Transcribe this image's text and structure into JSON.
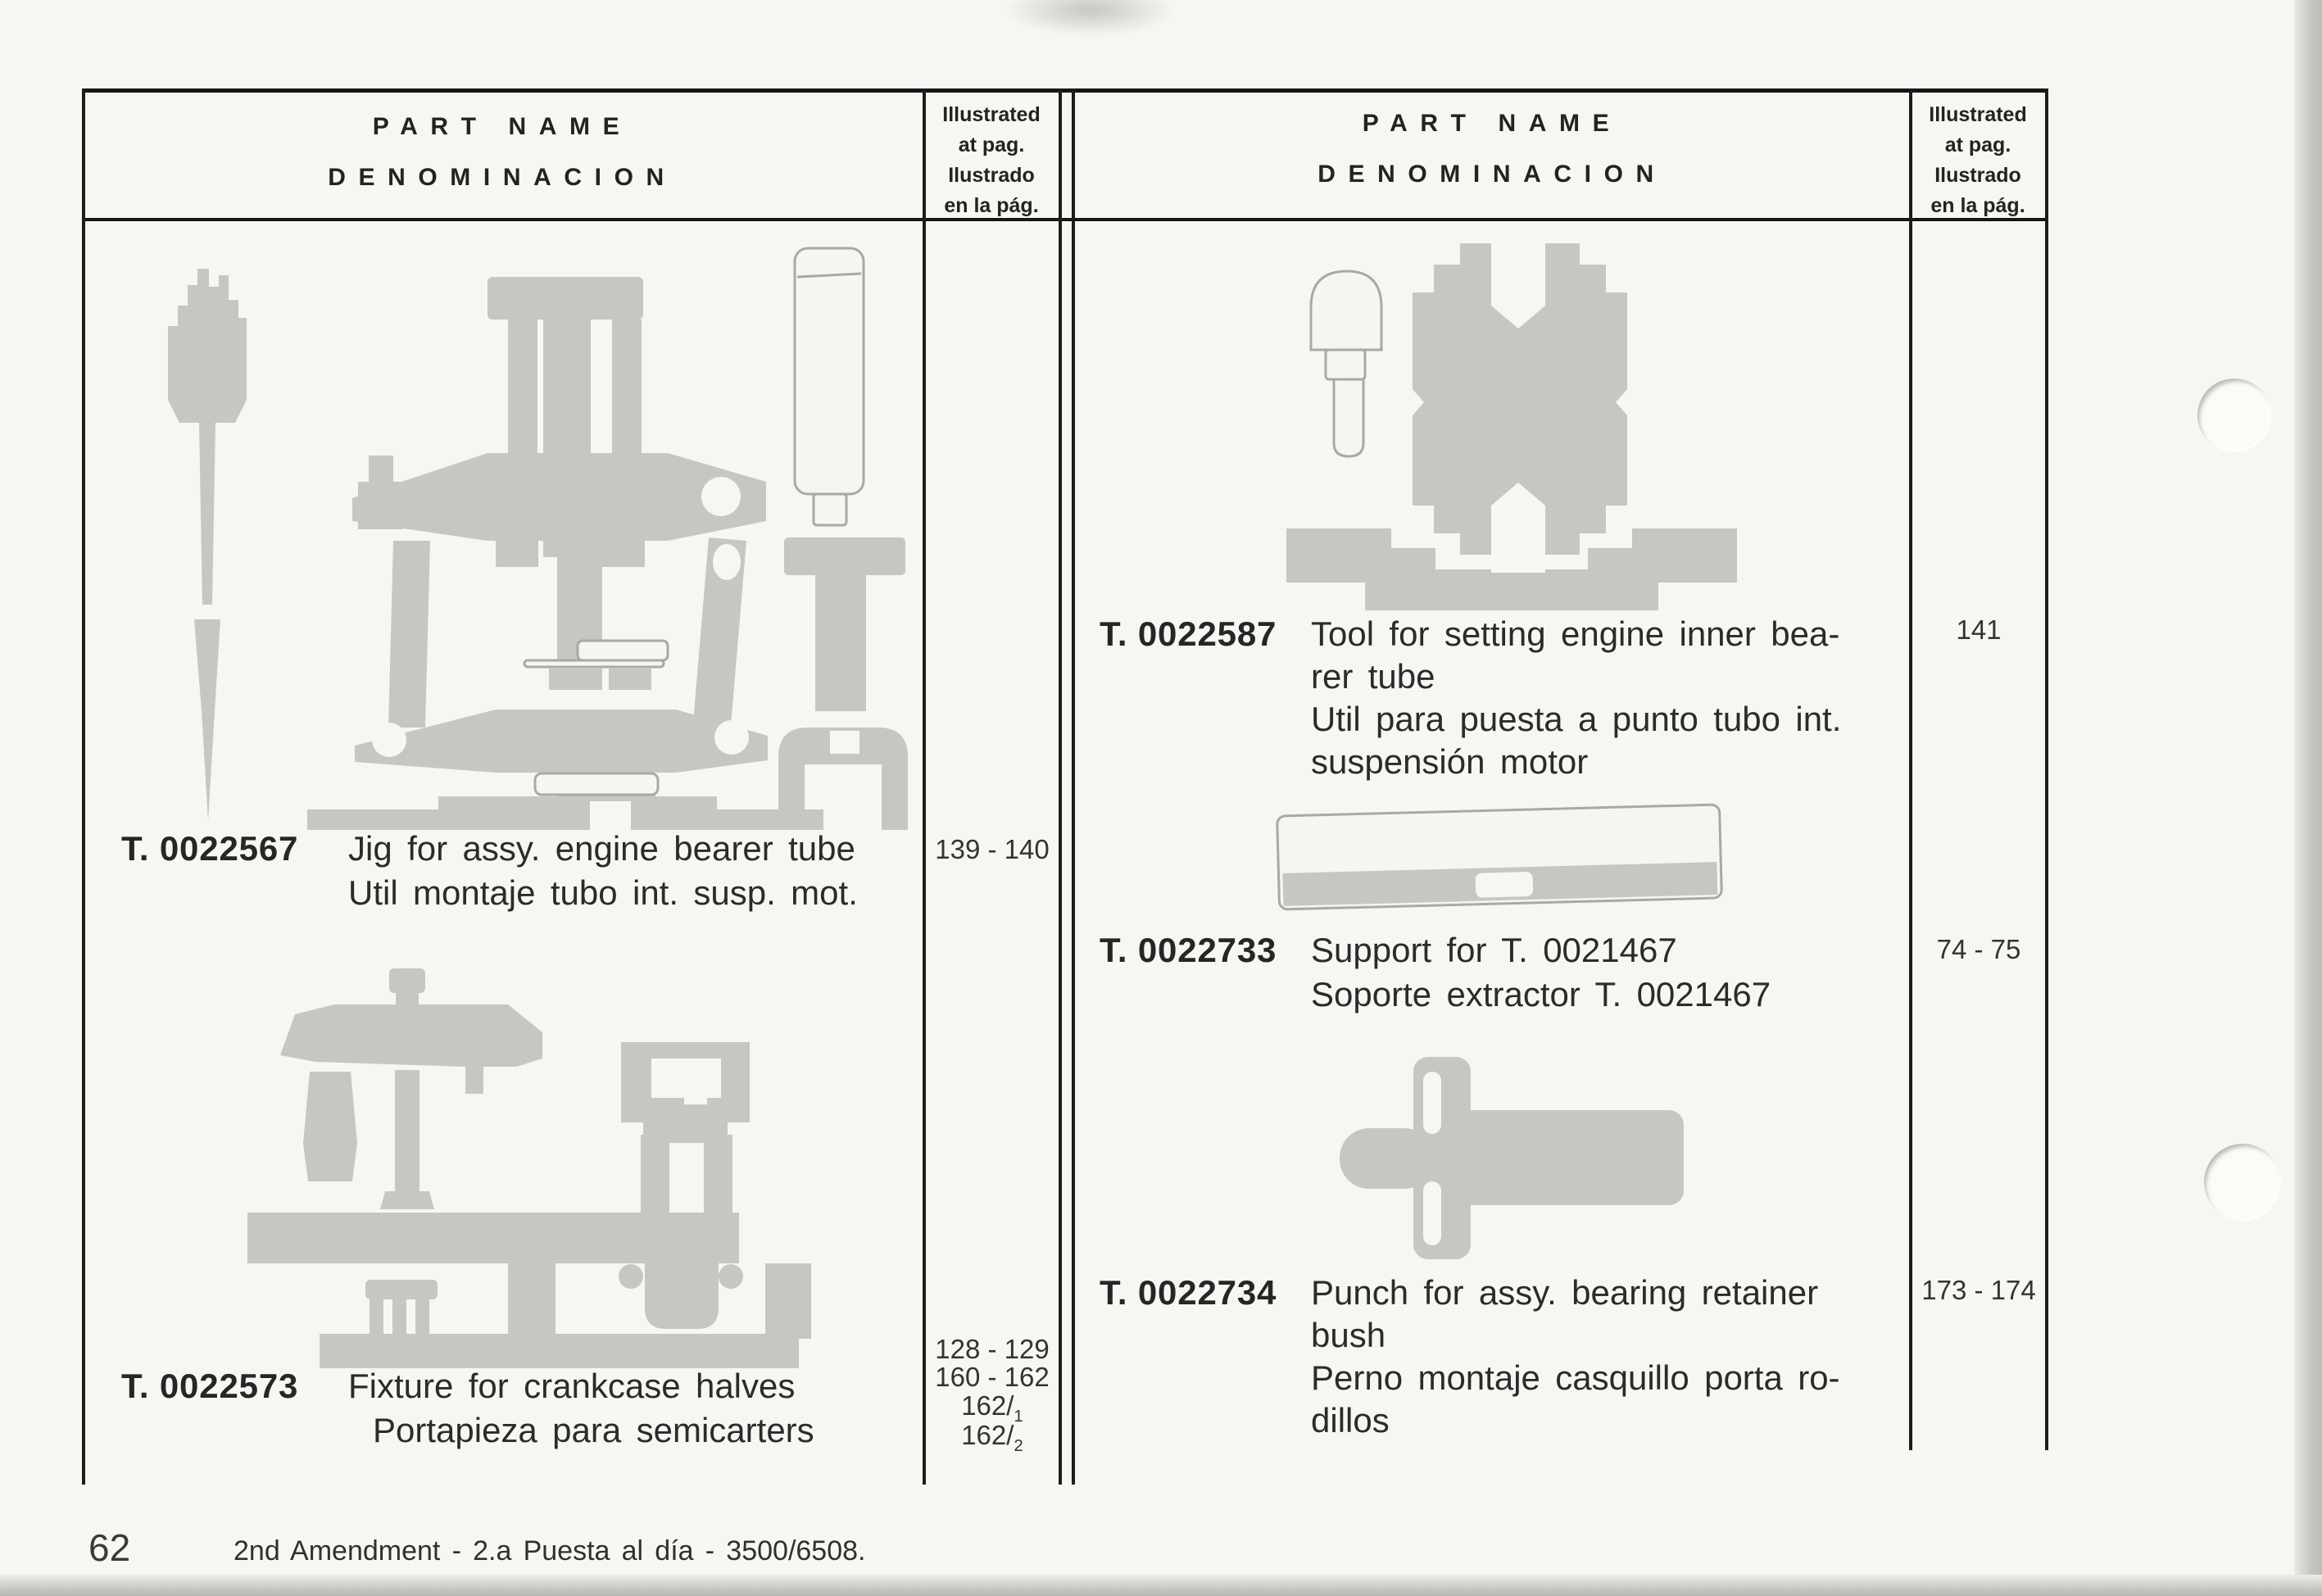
{
  "columns": {
    "left": {
      "header": {
        "line1": "PART NAME",
        "line2": "DENOMINACION"
      },
      "ref_header": [
        "Illustrated",
        "at pag.",
        "Ilustrado",
        "en la pág."
      ],
      "entries": [
        {
          "part_no": "T. 0022567",
          "lines": [
            "Jig for assy. engine bearer tube",
            "Util montaje tubo int. susp. mot."
          ],
          "pages": [
            {
              "text": "139 - 140",
              "sub": ""
            }
          ]
        },
        {
          "part_no": "T. 0022573",
          "lines": [
            "Fixture for crankcase halves",
            "Portapieza para semicarters"
          ],
          "pages": [
            {
              "text": "128 - 129",
              "sub": ""
            },
            {
              "text": "160 - 162",
              "sub": ""
            },
            {
              "text": "162/",
              "sub": "1"
            },
            {
              "text": "162/",
              "sub": "2"
            }
          ]
        }
      ]
    },
    "right": {
      "header": {
        "line1": "PART NAME",
        "line2": "DENOMINACION"
      },
      "ref_header": [
        "Illustrated",
        "at pag.",
        "Ilustrado",
        "en la pág."
      ],
      "entries": [
        {
          "part_no": "T. 0022587",
          "lines": [
            "Tool for setting engine inner bea-",
            "rer tube",
            "Util para puesta a punto tubo int.",
            "suspensión motor"
          ],
          "pages": [
            {
              "text": "141",
              "sub": ""
            }
          ]
        },
        {
          "part_no": "T. 0022733",
          "lines": [
            "Support for T. 0021467",
            "Soporte extractor T. 0021467"
          ],
          "pages": [
            {
              "text": "74 - 75",
              "sub": ""
            }
          ]
        },
        {
          "part_no": "T. 0022734",
          "lines": [
            "Punch for assy. bearing retainer",
            "bush",
            "Perno montaje casquillo porta ro-",
            "dillos"
          ],
          "pages": [
            {
              "text": "173 - 174",
              "sub": ""
            }
          ]
        }
      ]
    }
  },
  "footer": {
    "page_number": "62",
    "amendment_note": "2nd Amendment - 2.a Puesta al día - 3500/6508."
  }
}
